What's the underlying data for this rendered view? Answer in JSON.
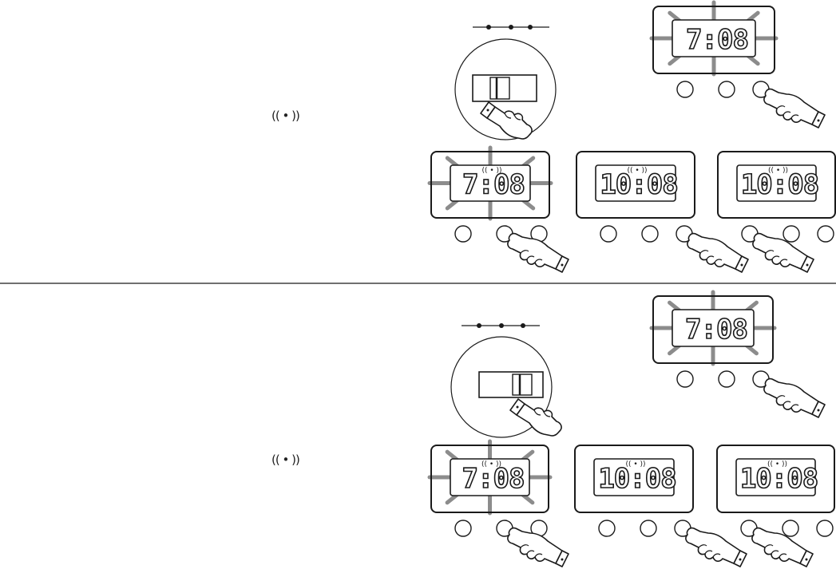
{
  "alarm_icon": "(( • ))",
  "colors": {
    "ink": "#1a1a1a",
    "ray": "#8c8c8c",
    "paper": "#ffffff"
  },
  "sections": [
    {
      "id": "upper",
      "selector_switch": {
        "hand": "hand-pressing-left-icon"
      },
      "panels": [
        {
          "id": "set-time",
          "display_time": "7:08",
          "flashing": true,
          "alarm_indicator": false,
          "pressed_button": 3,
          "button_count": 3
        },
        {
          "id": "set-alarm-flash",
          "display_time": "7:08",
          "flashing": true,
          "alarm_indicator": true,
          "pressed_button": 2,
          "button_count": 3
        },
        {
          "id": "alarm-step-3",
          "display_time": "10:08",
          "flashing": false,
          "alarm_indicator": true,
          "pressed_button": 3,
          "button_count": 3
        },
        {
          "id": "alarm-step-4",
          "display_time": "10:08",
          "flashing": false,
          "alarm_indicator": true,
          "pressed_button": 1,
          "button_count": 3
        }
      ]
    },
    {
      "id": "lower",
      "selector_switch": {
        "hand": "hand-pressing-right-icon"
      },
      "panels": [
        {
          "id": "set-time",
          "display_time": "7:08",
          "flashing": true,
          "alarm_indicator": false,
          "pressed_button": 3,
          "button_count": 3
        },
        {
          "id": "set-alarm-flash",
          "display_time": "7:08",
          "flashing": true,
          "alarm_indicator": true,
          "pressed_button": 2,
          "button_count": 3
        },
        {
          "id": "alarm-step-3",
          "display_time": "10:08",
          "flashing": false,
          "alarm_indicator": true,
          "pressed_button": 3,
          "button_count": 3
        },
        {
          "id": "alarm-step-4",
          "display_time": "10:08",
          "flashing": false,
          "alarm_indicator": true,
          "pressed_button": 1,
          "button_count": 3
        }
      ]
    }
  ]
}
